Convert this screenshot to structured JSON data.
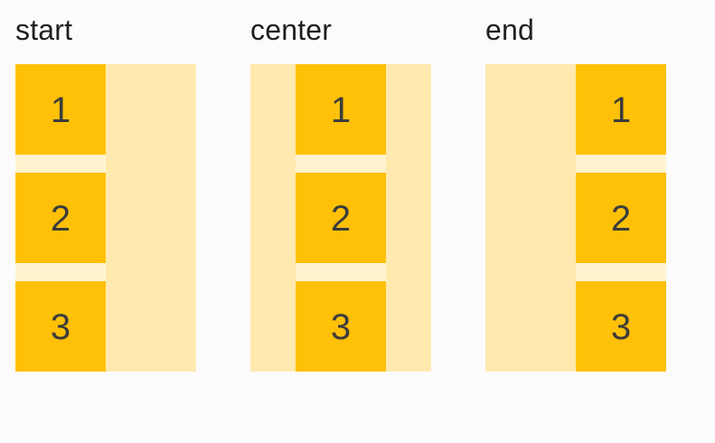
{
  "colors": {
    "page_background": "#FBFBFE",
    "container_fill": "#FFE9AE",
    "gap_fill": "#FFF3CF",
    "item_fill": "#FFC107",
    "label_text": "#1F1F1F",
    "item_text": "#3C3C3C"
  },
  "demos": [
    {
      "label": "start",
      "alignment": "start",
      "items": [
        "1",
        "2",
        "3"
      ]
    },
    {
      "label": "center",
      "alignment": "center",
      "items": [
        "1",
        "2",
        "3"
      ]
    },
    {
      "label": "end",
      "alignment": "end",
      "items": [
        "1",
        "2",
        "3"
      ]
    }
  ]
}
